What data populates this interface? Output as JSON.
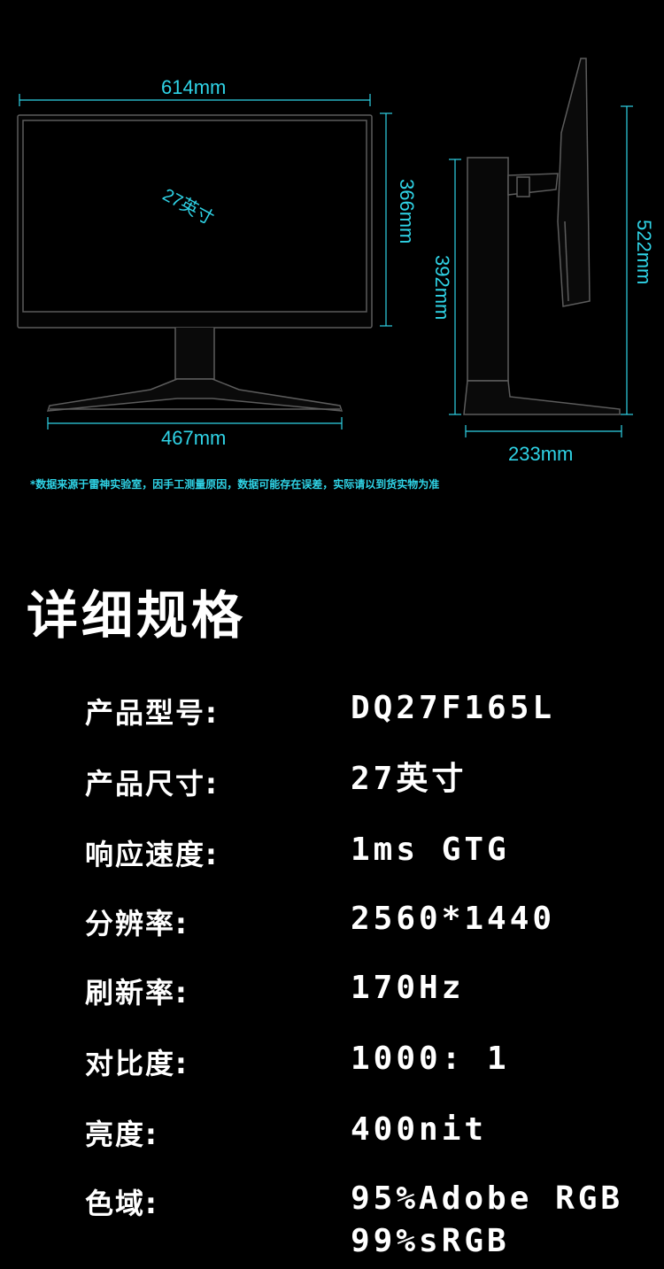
{
  "diagram": {
    "dimensions": {
      "width": "614mm",
      "screen_height": "366mm",
      "total_height": "392mm",
      "side_height": "522mm",
      "base_width": "467mm",
      "base_depth": "233mm",
      "diagonal": "27英寸"
    },
    "note": "*数据来源于雷神实验室，因手工测量原因，数据可能存在误差，实际请以到货实物为准",
    "colors": {
      "accent": "#2fd3e6",
      "outline": "#5c5c5c"
    }
  },
  "specs": {
    "title": "详细规格",
    "rows": [
      {
        "label": "产品型号:",
        "value": "DQ27F165L"
      },
      {
        "label": "产品尺寸:",
        "value": "27英寸"
      },
      {
        "label": "响应速度:",
        "value": "1ms GTG"
      },
      {
        "label": "分辨率:",
        "value": "2560*1440"
      },
      {
        "label": "刷新率:",
        "value": "170Hz"
      },
      {
        "label": "对比度:",
        "value": "1000: 1"
      },
      {
        "label": "亮度:",
        "value": "400nit"
      },
      {
        "label": "色域:",
        "value": "95%Adobe RGB",
        "value2": "99%sRGB"
      }
    ]
  }
}
